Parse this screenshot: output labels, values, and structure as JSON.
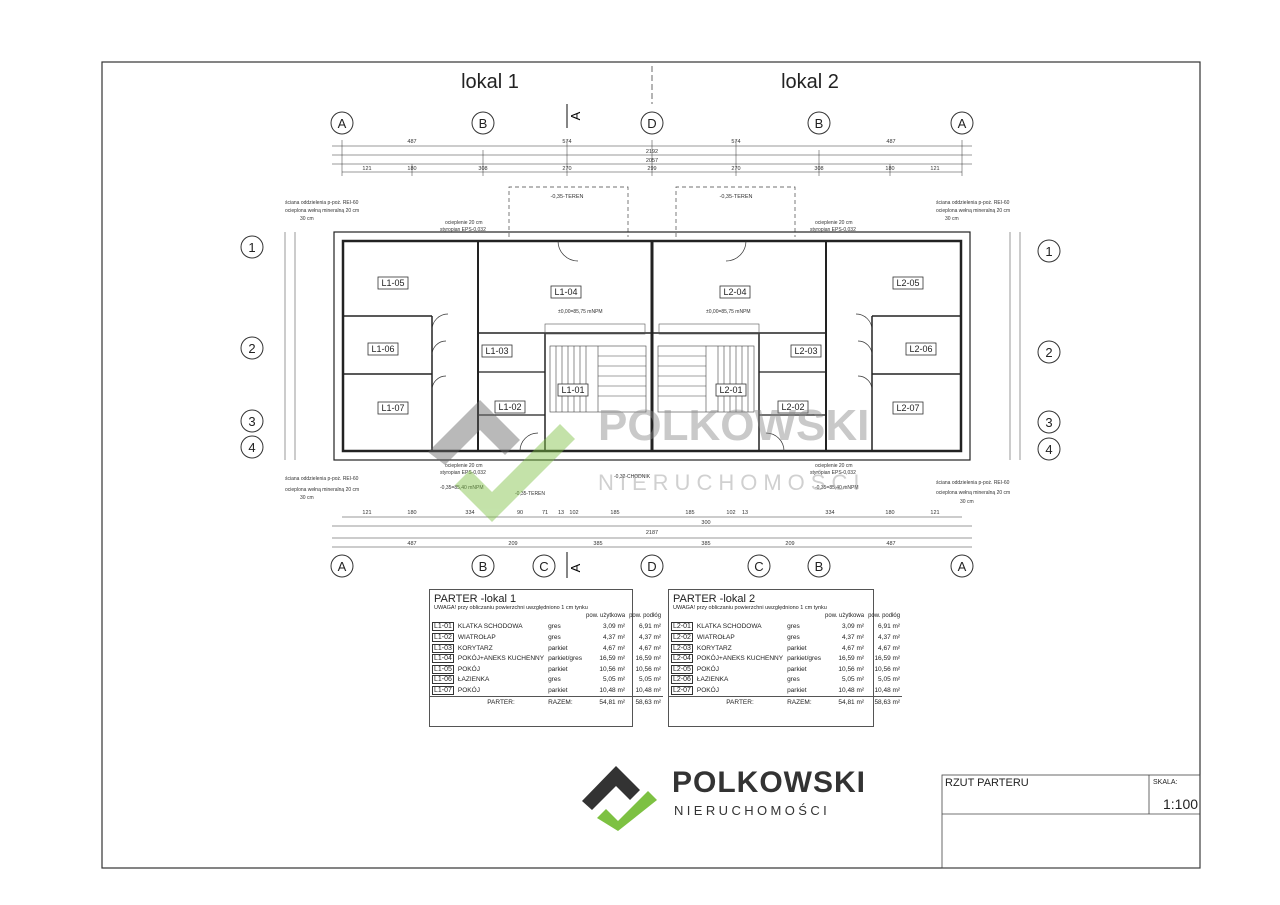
{
  "header": {
    "left_title": "lokal 1",
    "right_title": "lokal 2"
  },
  "axes": {
    "top": [
      "A",
      "B",
      "D",
      "B",
      "A"
    ],
    "bottom": [
      "A",
      "B",
      "C",
      "D",
      "C",
      "B",
      "A"
    ],
    "left": [
      "1",
      "2",
      "3",
      "4"
    ],
    "right": [
      "1",
      "2",
      "3",
      "4"
    ],
    "section_marker": "A"
  },
  "dimensions": {
    "top_row1": [
      "487",
      "574",
      "574",
      "487"
    ],
    "top_total": [
      "2192",
      "2057"
    ],
    "top_row3": [
      "121",
      "180",
      "308",
      "270",
      "299",
      "270",
      "308",
      "180",
      "121"
    ],
    "bottom_row1": [
      "121",
      "180",
      "334",
      "90",
      "71",
      "13",
      "102",
      "185",
      "185",
      "300",
      "102",
      "13",
      "334",
      "180",
      "121"
    ],
    "bottom_total": "2187",
    "bottom_row3": [
      "487",
      "209",
      "385",
      "385",
      "209",
      "487"
    ]
  },
  "rooms": [
    {
      "code": "L1-05"
    },
    {
      "code": "L1-06"
    },
    {
      "code": "L1-07"
    },
    {
      "code": "L1-04"
    },
    {
      "code": "L1-03"
    },
    {
      "code": "L1-02"
    },
    {
      "code": "L1-01"
    },
    {
      "code": "L2-04"
    },
    {
      "code": "L2-01"
    },
    {
      "code": "L2-02"
    },
    {
      "code": "L2-03"
    },
    {
      "code": "L2-05"
    },
    {
      "code": "L2-06"
    },
    {
      "code": "L2-07"
    }
  ],
  "plan_labels": {
    "teren_left": "-0,35-TEREN",
    "teren_right": "-0,35-TEREN",
    "level_left": "±0,00=85,75 mNPM",
    "level_right": "±0,00=85,75 mNPM",
    "ociep_top_left": "ocieplenie 20 cm",
    "styro_top_left": "styropian EPS-0,032",
    "ociep_top_right": "ocieplenie 20 cm",
    "styro_top_right": "styropian EPS-0,032",
    "sciana_tl": "ściana oddzielenia p-poż. REI-60",
    "welna_tl": "ocieplona wełną mineralną 20 cm",
    "cm_tl": "30 cm",
    "sciana_tr": "ściana oddzielenia p-poż. REI-60",
    "welna_tr": "ocieplona wełną mineralną 20 cm",
    "cm_tr": "30 cm",
    "ociep_bot_left": "ocieplenie 20 cm",
    "styro_bot_left": "styropian EPS-0,032",
    "ociep_bot_right": "ocieplenie 20 cm",
    "styro_bot_right": "styropian EPS-0,032",
    "level_bot_left": "-0,35=85,40 mNPM",
    "level_bot_right": "-0,35=85,40 mNPM",
    "teren_bot": "-0,35-TEREN",
    "chodnik": "-0,32-CHODNIK",
    "sciana_bl": "ściana oddzielenia p-poż. REI-60",
    "welna_bl": "ocieplona wełną mineralną 20 cm",
    "cm_bl": "30 cm",
    "sciana_br": "ściana oddzielenia p-poż. REI-60",
    "welna_br": "ocieplona wełną mineralną 20 cm",
    "cm_br": "30 cm"
  },
  "tables": [
    {
      "title": "PARTER -lokal 1",
      "note": "UWAGA! przy obliczaniu powierzchni uwzględniono 1 cm tynku",
      "col_usable": "pow. użytkowa",
      "col_floor": "pow. podłóg",
      "rows": [
        {
          "code": "L1-01",
          "name": "KLATKA SCHODOWA",
          "floor": "gres",
          "usable": "3,09 m²",
          "area": "6,91 m²"
        },
        {
          "code": "L1-02",
          "name": "WIATROŁAP",
          "floor": "gres",
          "usable": "4,37 m²",
          "area": "4,37 m²"
        },
        {
          "code": "L1-03",
          "name": "KORYTARZ",
          "floor": "parkiet",
          "usable": "4,67 m²",
          "area": "4,67 m²"
        },
        {
          "code": "L1-04",
          "name": "POKÓJ+ANEKS KUCHENNY",
          "floor": "parkiet/gres",
          "usable": "16,59 m²",
          "area": "16,59 m²"
        },
        {
          "code": "L1-05",
          "name": "POKÓJ",
          "floor": "parkiet",
          "usable": "10,56 m²",
          "area": "10,56 m²"
        },
        {
          "code": "L1-06",
          "name": "ŁAZIENKA",
          "floor": "gres",
          "usable": "5,05 m²",
          "area": "5,05 m²"
        },
        {
          "code": "L1-07",
          "name": "POKÓJ",
          "floor": "parkiet",
          "usable": "10,48 m²",
          "area": "10,48 m²"
        }
      ],
      "total_label": "PARTER:",
      "total_sum_label": "RAZEM:",
      "total_usable": "54,81 m²",
      "total_area": "58,63 m²"
    },
    {
      "title": "PARTER -lokal 2",
      "note": "UWAGA! przy obliczaniu powierzchni uwzględniono 1 cm tynku",
      "col_usable": "pow. użytkowa",
      "col_floor": "pow. podłóg",
      "rows": [
        {
          "code": "L2-01",
          "name": "KLATKA SCHODOWA",
          "floor": "gres",
          "usable": "3,09 m²",
          "area": "6,91 m²"
        },
        {
          "code": "L2-02",
          "name": "WIATROŁAP",
          "floor": "gres",
          "usable": "4,37 m²",
          "area": "4,37 m²"
        },
        {
          "code": "L2-03",
          "name": "KORYTARZ",
          "floor": "parkiet",
          "usable": "4,67 m²",
          "area": "4,67 m²"
        },
        {
          "code": "L2-04",
          "name": "POKÓJ+ANEKS KUCHENNY",
          "floor": "parkiet/gres",
          "usable": "16,59 m²",
          "area": "16,59 m²"
        },
        {
          "code": "L2-05",
          "name": "POKÓJ",
          "floor": "parkiet",
          "usable": "10,56 m²",
          "area": "10,56 m²"
        },
        {
          "code": "L2-06",
          "name": "ŁAZIENKA",
          "floor": "gres",
          "usable": "5,05 m²",
          "area": "5,05 m²"
        },
        {
          "code": "L2-07",
          "name": "POKÓJ",
          "floor": "parkiet",
          "usable": "10,48 m²",
          "area": "10,48 m²"
        }
      ],
      "total_label": "PARTER:",
      "total_sum_label": "RAZEM:",
      "total_usable": "54,81 m²",
      "total_area": "58,63 m²"
    }
  ],
  "title_block": {
    "title": "RZUT PARTERU",
    "scale_label": "SKALA:",
    "scale": "1:100"
  },
  "logo": {
    "name": "POLKOWSKI",
    "subtitle": "NIERUCHOMOŚCI",
    "check_color": "#7dc142",
    "roof_color": "#333333"
  },
  "watermark": {
    "name": "POLKOWSKI",
    "subtitle": "NIERUCHOMOŚCI"
  }
}
